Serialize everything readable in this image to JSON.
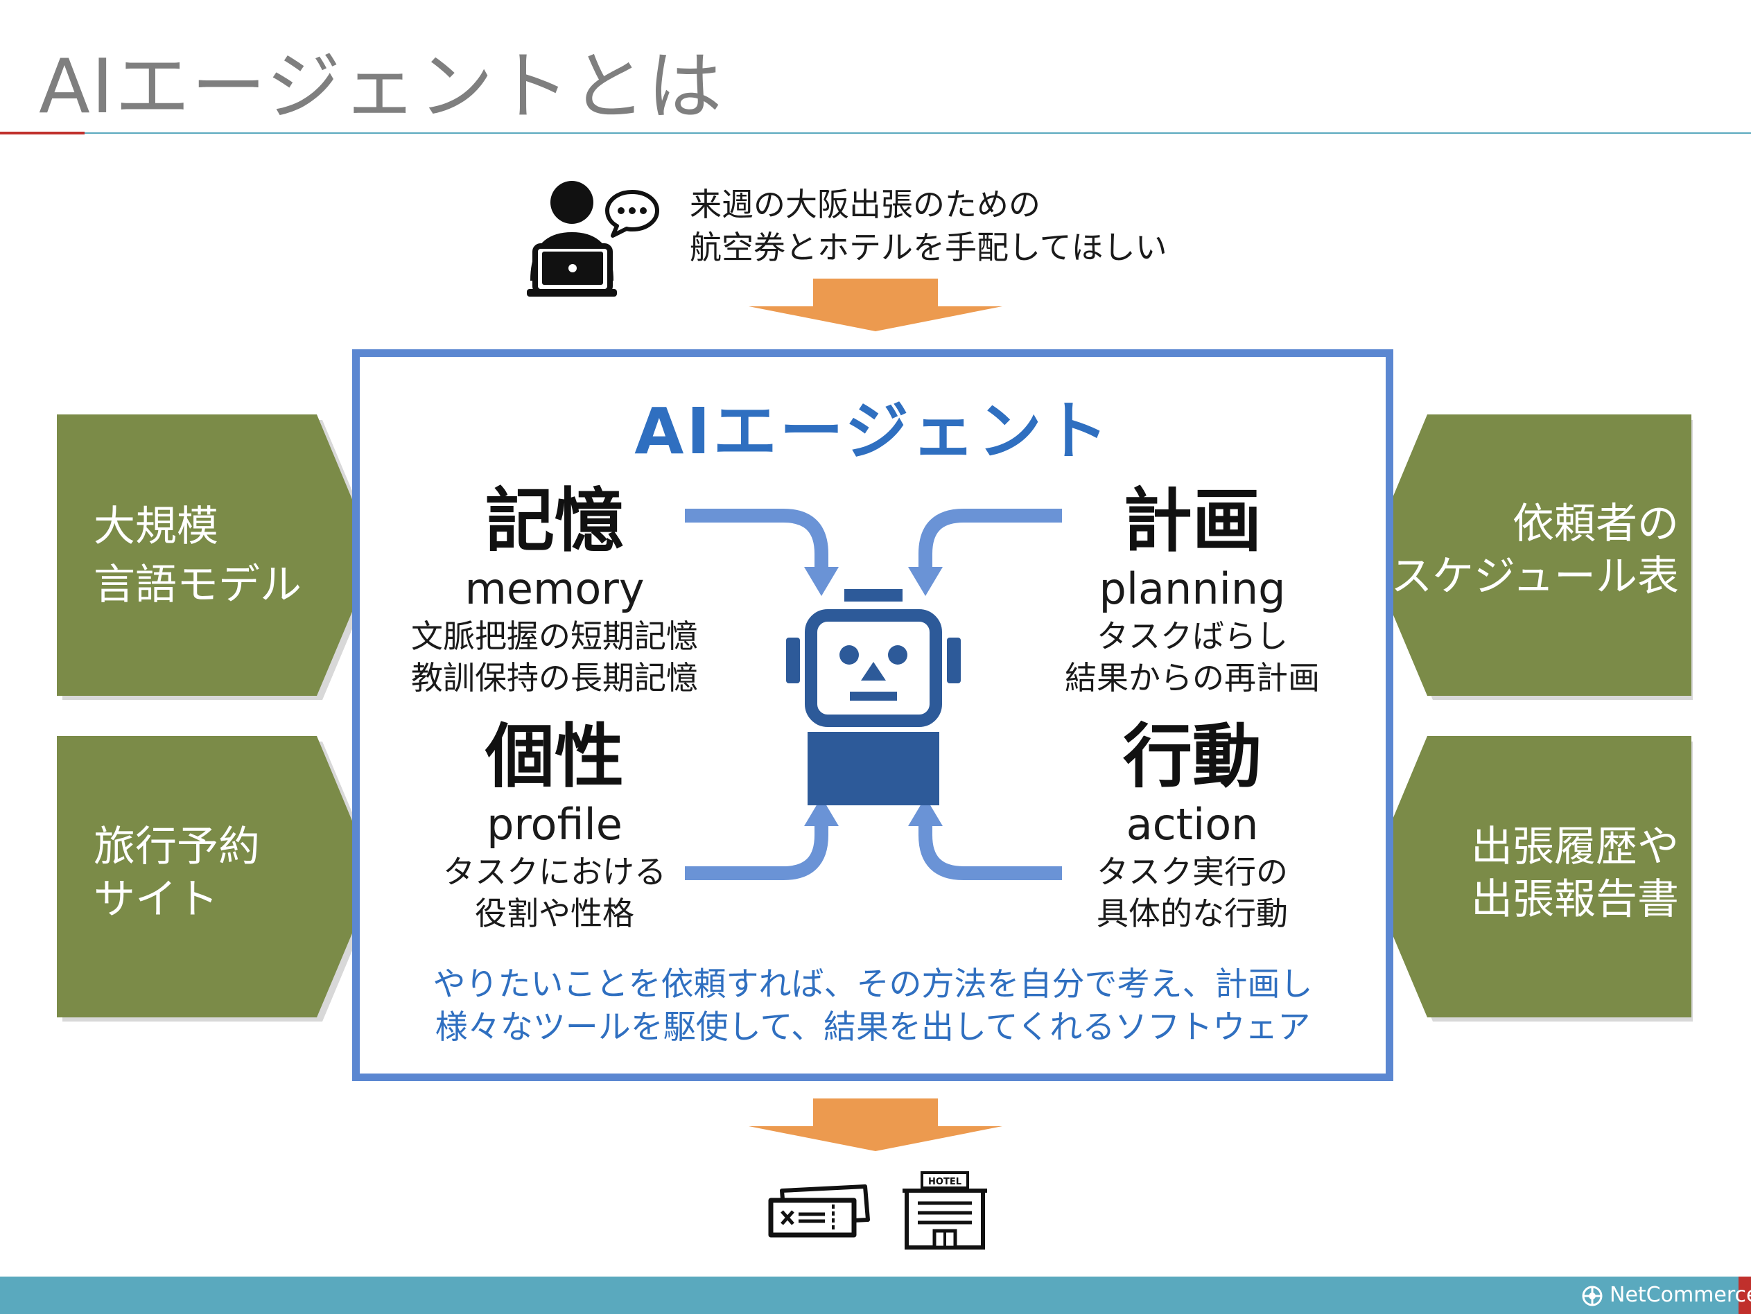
{
  "title": "AIエージェントとは",
  "request": {
    "line1": "来週の大阪出張のための",
    "line2": "航空券とホテルを手配してほしい"
  },
  "agent": {
    "title": "AIエージェント",
    "memory": {
      "heading": "記憶",
      "en": "memory",
      "desc1": "文脈把握の短期記憶",
      "desc2": "教訓保持の長期記憶"
    },
    "planning": {
      "heading": "計画",
      "en": "planning",
      "desc1": "タスクばらし",
      "desc2": "結果からの再計画"
    },
    "profile": {
      "heading": "個性",
      "en": "profile",
      "desc1": "タスクにおける",
      "desc2": "役割や性格"
    },
    "action": {
      "heading": "行動",
      "en": "action",
      "desc1": "タスク実行の",
      "desc2": "具体的な行動"
    },
    "summary1": "やりたいことを依頼すれば、その方法を自分で考え、計画し",
    "summary2": "様々なツールを駆使して、結果を出してくれるソフトウェア"
  },
  "left_inputs": [
    {
      "line1": "大規模",
      "line2": "言語モデル"
    },
    {
      "line1": "旅行予約",
      "line2": "サイト"
    }
  ],
  "right_inputs": [
    {
      "line1": "依頼者の",
      "line2": "スケジュール表"
    },
    {
      "line1": "出張履歴や",
      "line2": "出張報告書"
    }
  ],
  "hotel_sign": "HOTEL",
  "logo": "NetCommerce",
  "colors": {
    "accent_blue": "#2f6fc0",
    "box_border": "#5b87d1",
    "green_panel": "#7b8b48",
    "orange_arrow": "#ec9a4f",
    "robot": "#2d5a99",
    "teal_bar": "#5aa9be",
    "red_accent": "#c0302c"
  },
  "icons": [
    "user-laptop-icon",
    "chat-bubble-icon",
    "robot-icon",
    "ticket-icon",
    "hotel-icon",
    "netcommerce-logo-icon"
  ]
}
